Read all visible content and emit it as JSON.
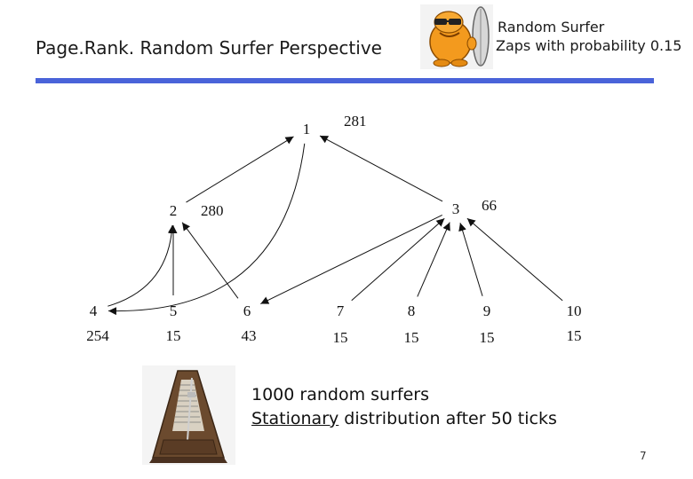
{
  "title": "Page.Rank. Random Surfer Perspective",
  "note": {
    "line1": "Random Surfer",
    "line2": "Zaps with probability 0.15"
  },
  "graph": {
    "nodes": [
      {
        "id": "1",
        "label": "1",
        "count": "281"
      },
      {
        "id": "2",
        "label": "2",
        "count": "280"
      },
      {
        "id": "3",
        "label": "3",
        "count": "66"
      },
      {
        "id": "4",
        "label": "4",
        "count": "254"
      },
      {
        "id": "5",
        "label": "5",
        "count": "15"
      },
      {
        "id": "6",
        "label": "6",
        "count": "43"
      },
      {
        "id": "7",
        "label": "7",
        "count": "15"
      },
      {
        "id": "8",
        "label": "8",
        "count": "15"
      },
      {
        "id": "9",
        "label": "9",
        "count": "15"
      },
      {
        "id": "10",
        "label": "10",
        "count": "15"
      }
    ],
    "edges": [
      {
        "from": "2",
        "to": "1"
      },
      {
        "from": "3",
        "to": "1"
      },
      {
        "from": "1",
        "to": "4"
      },
      {
        "from": "4",
        "to": "2"
      },
      {
        "from": "5",
        "to": "2"
      },
      {
        "from": "6",
        "to": "2"
      },
      {
        "from": "3",
        "to": "6"
      },
      {
        "from": "7",
        "to": "3"
      },
      {
        "from": "8",
        "to": "3"
      },
      {
        "from": "9",
        "to": "3"
      },
      {
        "from": "10",
        "to": "3"
      }
    ]
  },
  "caption": {
    "line1": "1000 random surfers",
    "line2_underlined": "Stationary",
    "line2_rest": " distribution after 50 ticks"
  },
  "page_number": "7",
  "icons": {
    "mascot": "surfer-mascot-icon",
    "metronome": "metronome-icon"
  }
}
